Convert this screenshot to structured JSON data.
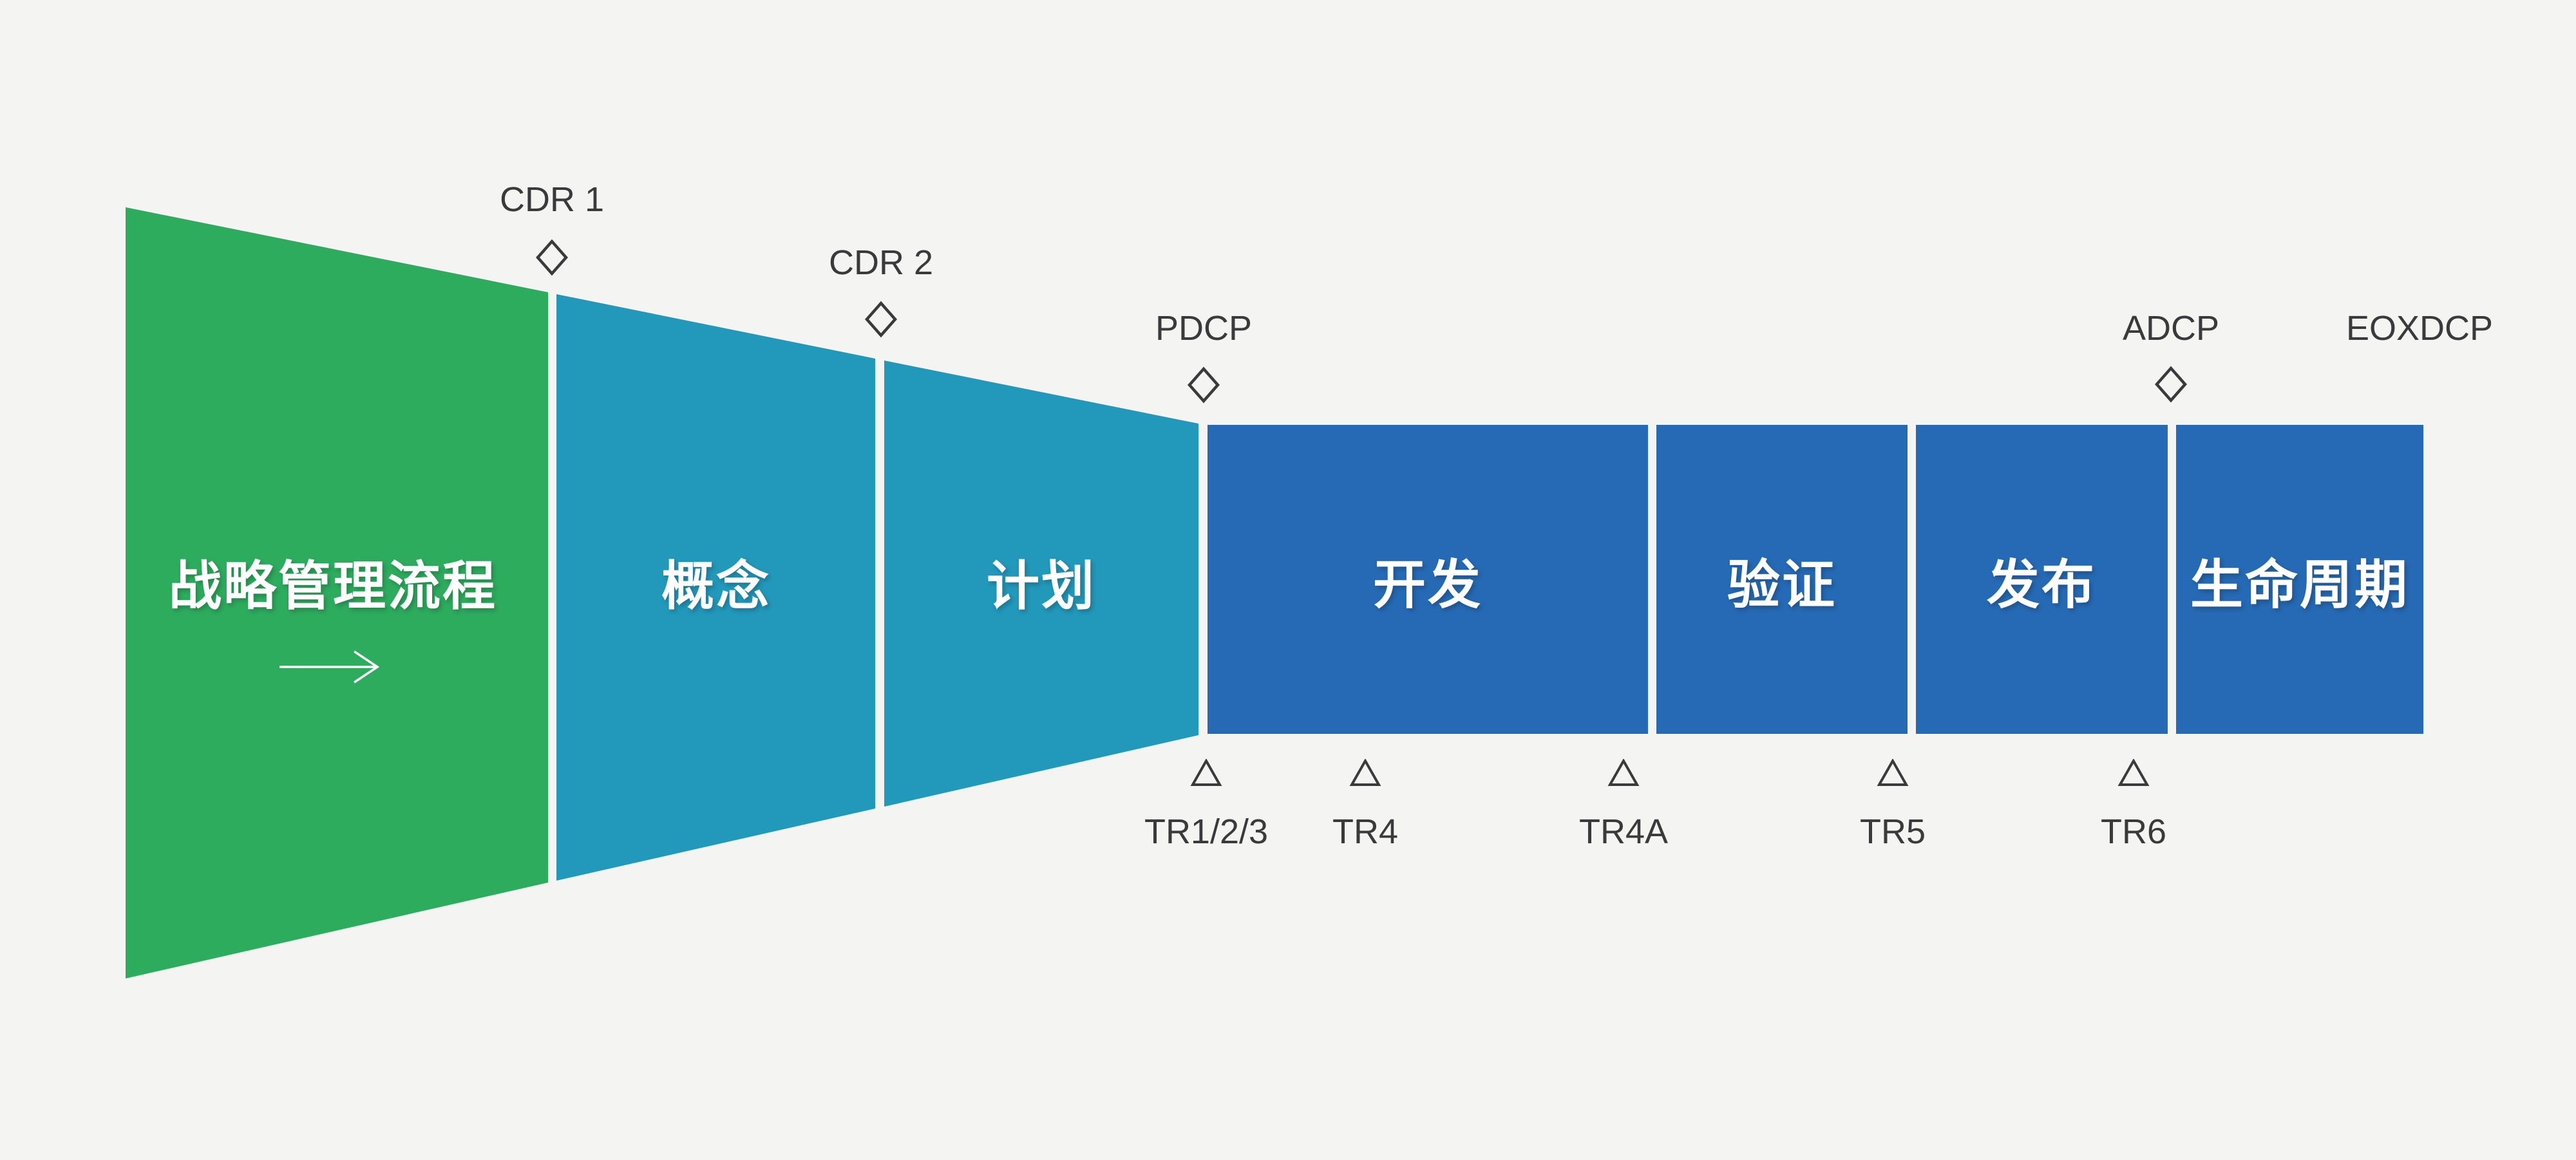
{
  "stages": [
    {
      "name": "strategy",
      "label": "战略管理流程",
      "color": "#2dac5e",
      "shape": "trapezoid"
    },
    {
      "name": "concept",
      "label": "概念",
      "color": "#2298ba",
      "shape": "trapezoid"
    },
    {
      "name": "plan",
      "label": "计划",
      "color": "#2298ba",
      "shape": "trapezoid"
    },
    {
      "name": "develop",
      "label": "开发",
      "color": "#266ab5",
      "shape": "rectangle"
    },
    {
      "name": "verify",
      "label": "验证",
      "color": "#266ab5",
      "shape": "rectangle"
    },
    {
      "name": "release",
      "label": "发布",
      "color": "#266ab5",
      "shape": "rectangle"
    },
    {
      "name": "lifecycle",
      "label": "生命周期",
      "color": "#266ab5",
      "shape": "rectangle"
    }
  ],
  "milestones": [
    {
      "label": "CDR 1",
      "marker": "diamond-icon",
      "has_diamond": true
    },
    {
      "label": "CDR 2",
      "marker": "diamond-icon",
      "has_diamond": true
    },
    {
      "label": "PDCP",
      "marker": "diamond-icon",
      "has_diamond": true
    },
    {
      "label": "ADCP",
      "marker": "diamond-icon",
      "has_diamond": true
    },
    {
      "label": "EOXDCP",
      "marker": "none",
      "has_diamond": false
    }
  ],
  "tech_reviews": [
    {
      "label": "TR1/2/3",
      "marker": "triangle-icon"
    },
    {
      "label": "TR4",
      "marker": "triangle-icon"
    },
    {
      "label": "TR4A",
      "marker": "triangle-icon"
    },
    {
      "label": "TR5",
      "marker": "triangle-icon"
    },
    {
      "label": "TR6",
      "marker": "triangle-icon"
    }
  ],
  "colors": {
    "background": "#f4f4f3",
    "strategy_green": "#2dac5e",
    "phase_teal": "#2298ba",
    "phase_blue": "#266ab5",
    "stage_text": "#ffffff",
    "marker_outline": "#3a3a3c",
    "annotation_text": "#3a3a3c",
    "gap_white": "#ffffff"
  }
}
